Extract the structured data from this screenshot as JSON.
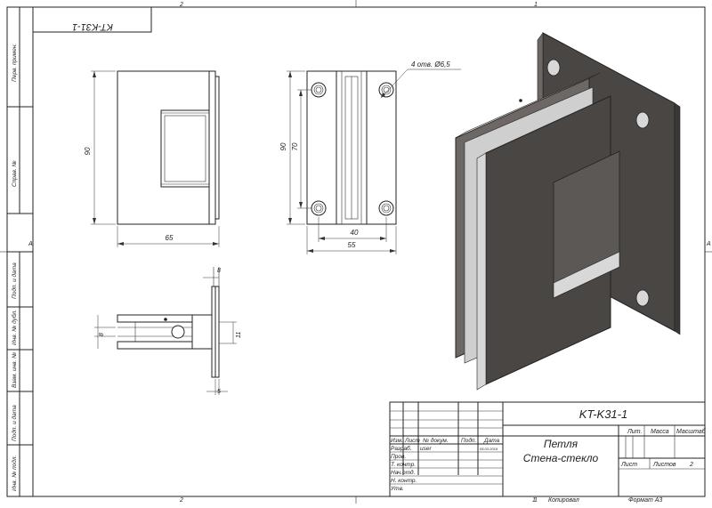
{
  "stamp": {
    "top_code_mirrored": "KT-K31-1",
    "designation": "KT-K31-1",
    "title_line1": "Петля",
    "title_line2": "Стена-стекло",
    "col_lit": "Лит.",
    "col_massa": "Масса",
    "col_masshtab": "Масштаб",
    "list_label": "Лист",
    "listov_label": "Листов",
    "listov_value": "2",
    "h_izm": "Изм.",
    "h_list": "Лист",
    "h_ndok": "№ докум.",
    "h_podp": "Подп.",
    "h_data": "Дата",
    "razrab": "Разраб.",
    "razrab_name": "user",
    "razrab_date": "05.03.2019",
    "prov": "Пров.",
    "tkontr": "Т. контр.",
    "nachotd": "Нач.отд.",
    "nkontr": "Н. контр.",
    "utv": "Утв.",
    "kopiroval": "Копировал",
    "format": "Формат А3",
    "sheet_no": "1"
  },
  "zones": {
    "top_left": "2",
    "top_right": "1",
    "bottom_left": "2",
    "bottom_right": "1",
    "left_mid": "A",
    "right_mid": "A"
  },
  "side_strip": {
    "perv_primen": "Перв. примен.",
    "sprav_no": "Справ. №",
    "podp_data_1": "Подп. и дата",
    "inv_dubl": "Инв. № дубл.",
    "vzam_inv": "Взам. инв. №",
    "podp_data_2": "Подп. и дата",
    "inv_podl": "Инв. № подл."
  },
  "dims": {
    "front_height": "90",
    "front_width": "65",
    "side_height": "90",
    "side_holes": "70",
    "side_inner": "40",
    "side_width": "55",
    "holes_note": "4 отв. Ø6,5",
    "top_8": "8",
    "top_8b": "8",
    "top_11": "11",
    "top_5": "5"
  },
  "colors": {
    "line": "#222222",
    "metal_dark": "#4a4644",
    "metal_mid": "#6d6866",
    "metal_light": "#d8d8d8"
  }
}
